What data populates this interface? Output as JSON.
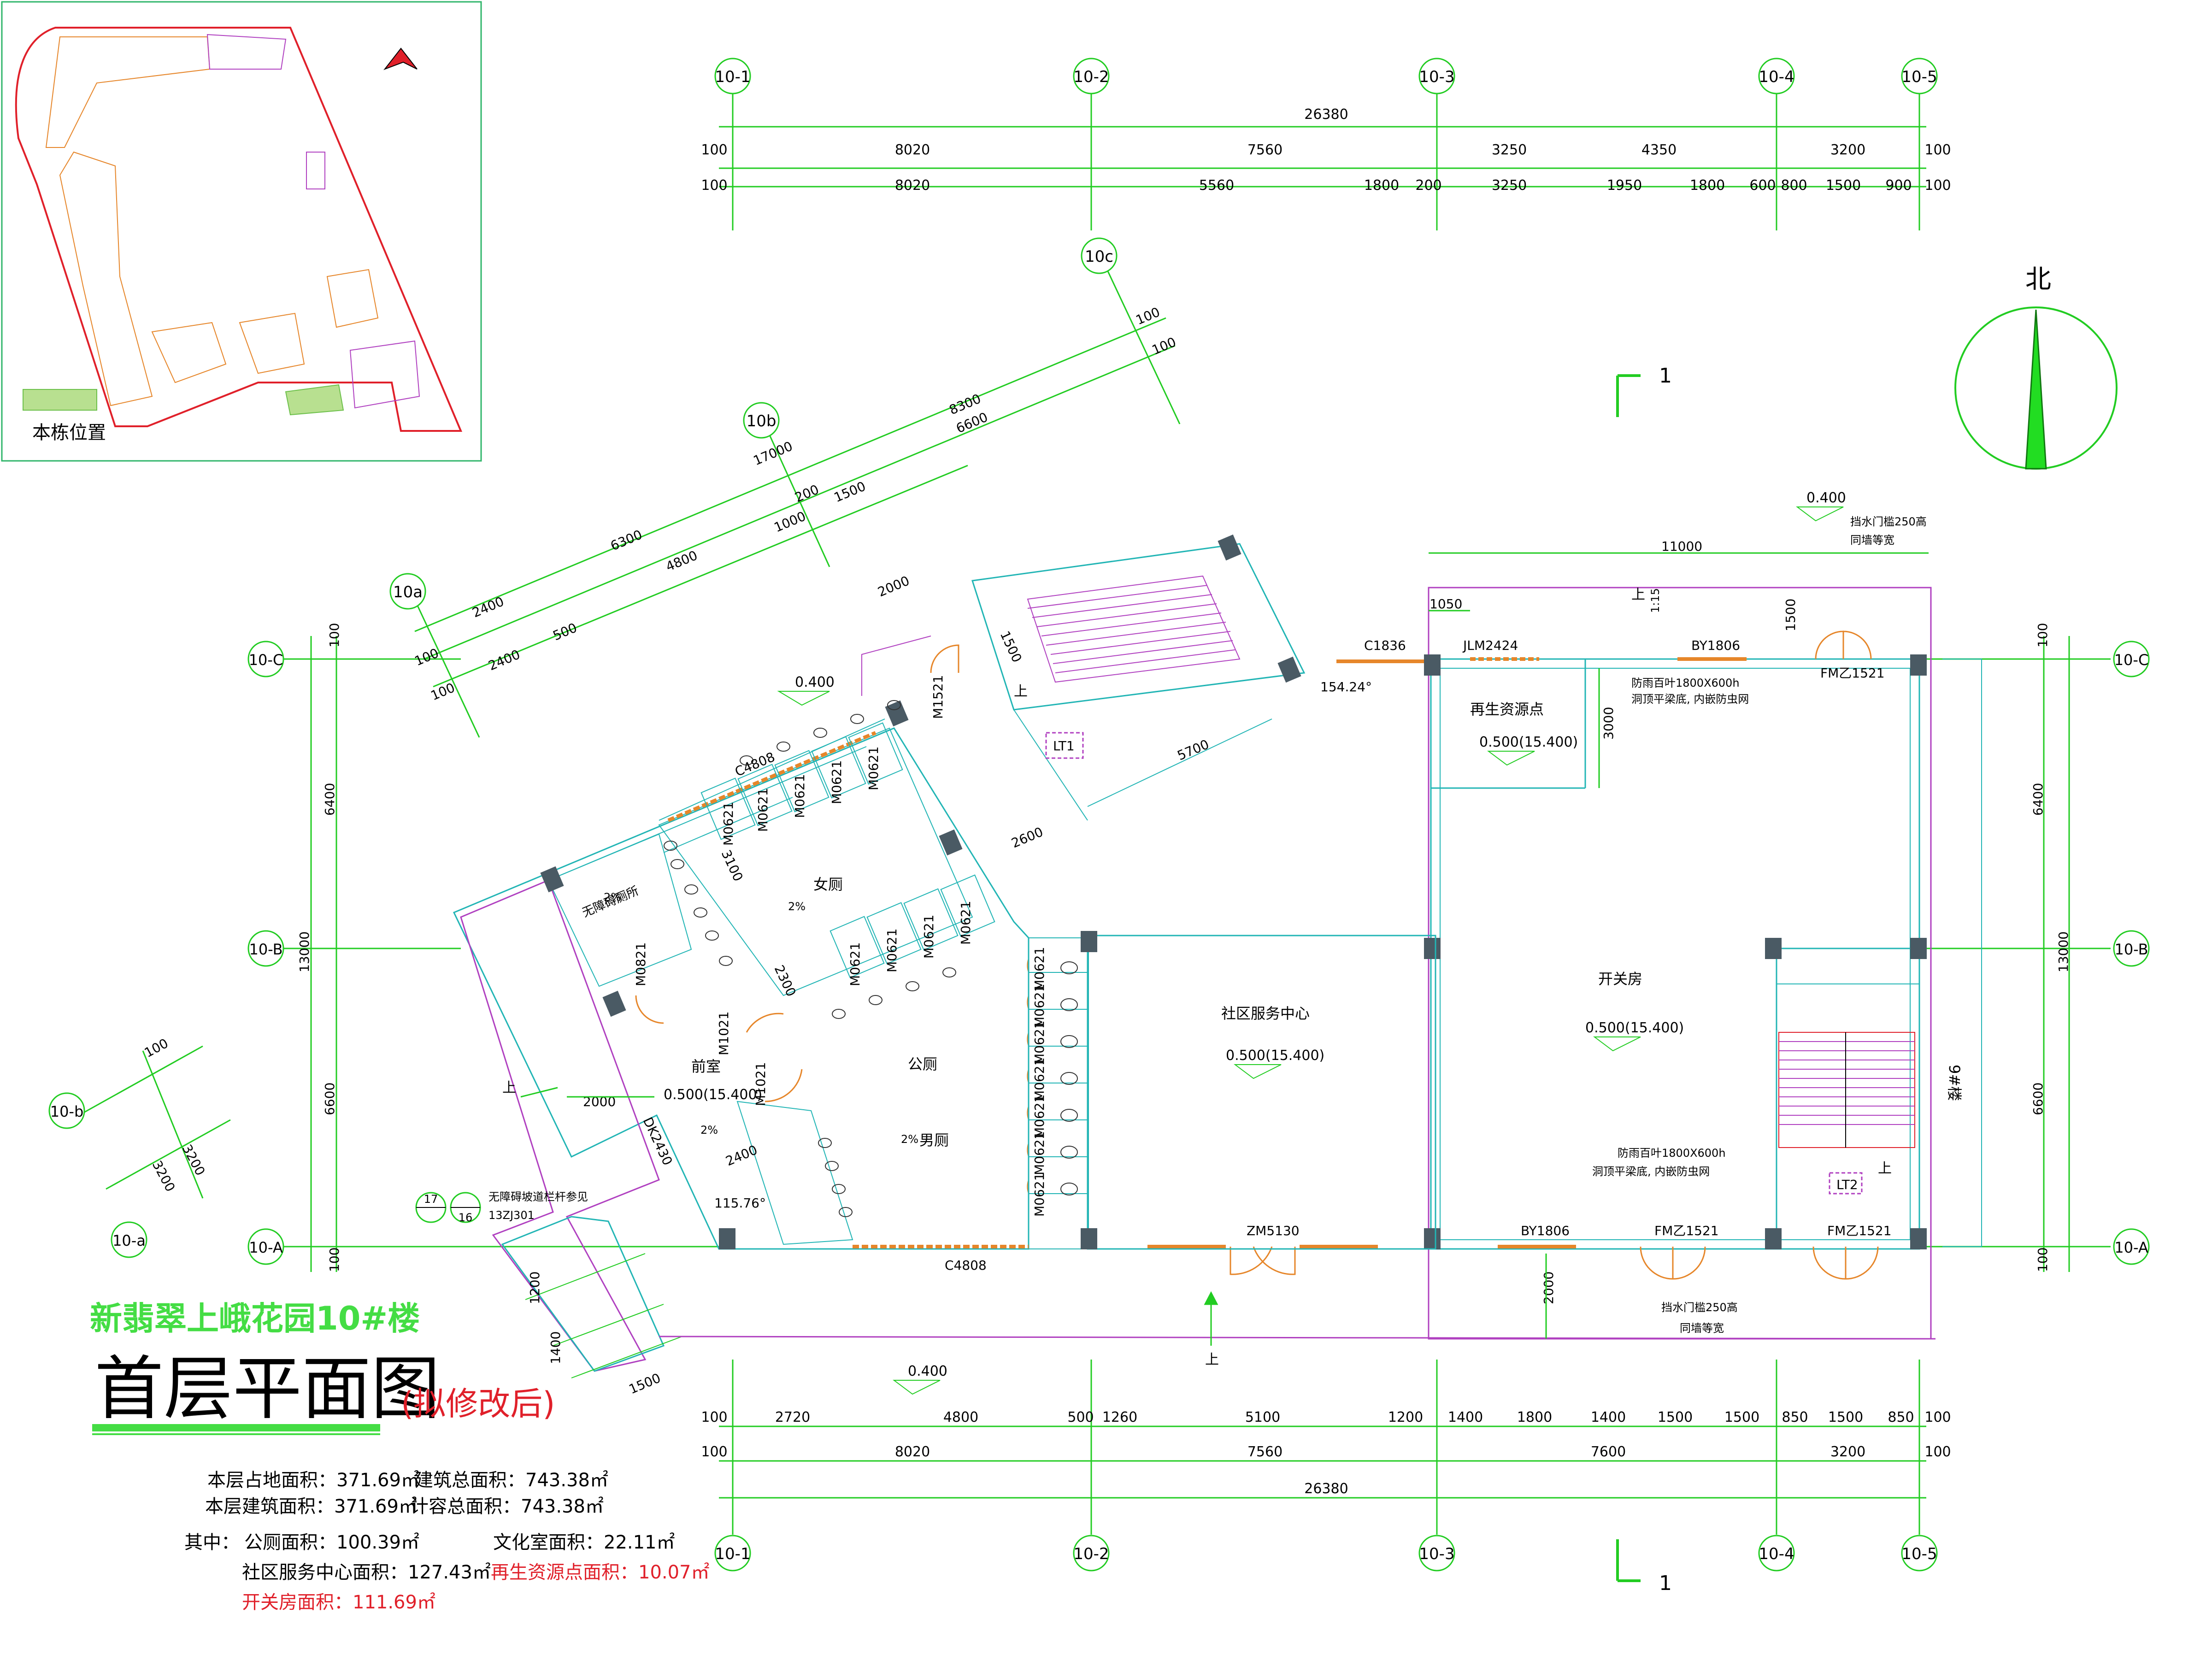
{
  "title": {
    "project": "新翡翠上峨花园10#楼",
    "plan": "首层平面图",
    "note": "(拟修改后)"
  },
  "areas": {
    "floor_footprint": "本层占地面积：371.69㎡",
    "total_building": "建筑总面积：743.38㎡",
    "floor_building": "本层建筑面积：371.69㎡",
    "total_counted": "计容总面积：743.38㎡",
    "among": "其中：",
    "public_toilet": "公厕面积：100.39㎡",
    "culture_room": "文化室面积：22.11㎡",
    "service_center": "社区服务中心面积：127.43㎡",
    "recycle_point": "再生资源点面积：10.07㎡",
    "switch_room": "开关房面积：111.69㎡"
  },
  "keyplan": {
    "label": "本栋位置"
  },
  "north": {
    "label": "北"
  },
  "section": {
    "mark": "1"
  },
  "axes": {
    "top": [
      "10-1",
      "10-2",
      "10-3",
      "10-4",
      "10-5"
    ],
    "left": [
      "10-C",
      "10-B",
      "10-A"
    ],
    "right": [
      "10-C",
      "10-B",
      "10-A"
    ],
    "skew": [
      "10c",
      "10b",
      "10a"
    ],
    "lower_left": [
      "10-b",
      "10-a"
    ]
  },
  "dims": {
    "top_total": "26380",
    "top_row1": [
      "100",
      "8020",
      "7560",
      "3250",
      "4350",
      "3200",
      "100"
    ],
    "top_row2": [
      "100",
      "8020",
      "5560",
      "1800",
      "200",
      "3250",
      "1950",
      "1800",
      "600",
      "800",
      "1500",
      "900",
      "100"
    ],
    "bottom_row1": [
      "100",
      "2720",
      "4800",
      "500",
      "1260",
      "5100",
      "1200",
      "1400",
      "1800",
      "1400",
      "1500",
      "1500",
      "850",
      "1500",
      "850",
      "100"
    ],
    "bottom_row2": [
      "100",
      "8020",
      "7560",
      "7600",
      "3200",
      "100"
    ],
    "bottom_total": "26380",
    "left": [
      "100",
      "6400",
      "13000",
      "6600",
      "100"
    ],
    "right": [
      "100",
      "6400",
      "13000",
      "6600",
      "100"
    ],
    "skew_top": [
      "100",
      "100",
      "17000",
      "8300",
      "6600",
      "6300",
      "200",
      "1500",
      "4800",
      "1000",
      "2400",
      "500",
      "2400",
      "100",
      "100"
    ],
    "misc": [
      "2000",
      "1500",
      "5700",
      "2600",
      "3100",
      "2300",
      "2000",
      "2400",
      "1050",
      "1500",
      "3000",
      "2000",
      "11000",
      "1200",
      "1400",
      "1500",
      "3200",
      "3200",
      "100"
    ]
  },
  "rooms": {
    "women": "女厕",
    "men": "男厕",
    "public": "公厕",
    "front": "前室",
    "accessible": "无障碍厕所",
    "service_center": "社区服务中心",
    "switch_room": "开关房",
    "recycle": "再生资源点",
    "neighbor": "9#楼"
  },
  "levels": {
    "l1": "0.400",
    "l2": "0.500(15.400)",
    "l3": "0.500(15.400)",
    "l4": "0.500(15.400)",
    "l5": "0.500(15.400)",
    "l6": "0.400",
    "l7": "0.400"
  },
  "doors": {
    "c1836": "C1836",
    "jlm2424": "JLM2424",
    "by1806a": "BY1806",
    "fm1521a": "FM乙1521",
    "m1521": "M1521",
    "c4808a": "C4808",
    "c4808b": "C4808",
    "m0621": "M0621",
    "m0821": "M0821",
    "m1021a": "M1021",
    "m1021b": "M1021",
    "dk2430": "DK2430",
    "zm5130": "ZM5130",
    "by1806b": "BY1806",
    "fm1521b": "FM乙1521",
    "fm1521c": "FM乙1521",
    "lt1": "LT1",
    "lt2": "LT2"
  },
  "notes": {
    "louver_1": "防雨百叶1800X600h",
    "louver_2": "洞顶平梁底, 内嵌防虫网",
    "louver_3": "防雨百叶1800X600h",
    "louver_4": "洞顶平梁底, 内嵌防虫网",
    "threshold_1": "挡水门槛250高",
    "threshold_2": "同墙等宽",
    "threshold_3": "挡水门槛250高",
    "threshold_4": "同墙等宽",
    "ramp_1": "无障碍坡道栏杆参见",
    "ramp_2": "13ZJ301",
    "ramp_num_a": "17",
    "ramp_num_b": "16",
    "angle_a": "154.24°",
    "angle_b": "115.76°",
    "slope": "2%",
    "up": "上",
    "slope_ratio": "1:15"
  }
}
